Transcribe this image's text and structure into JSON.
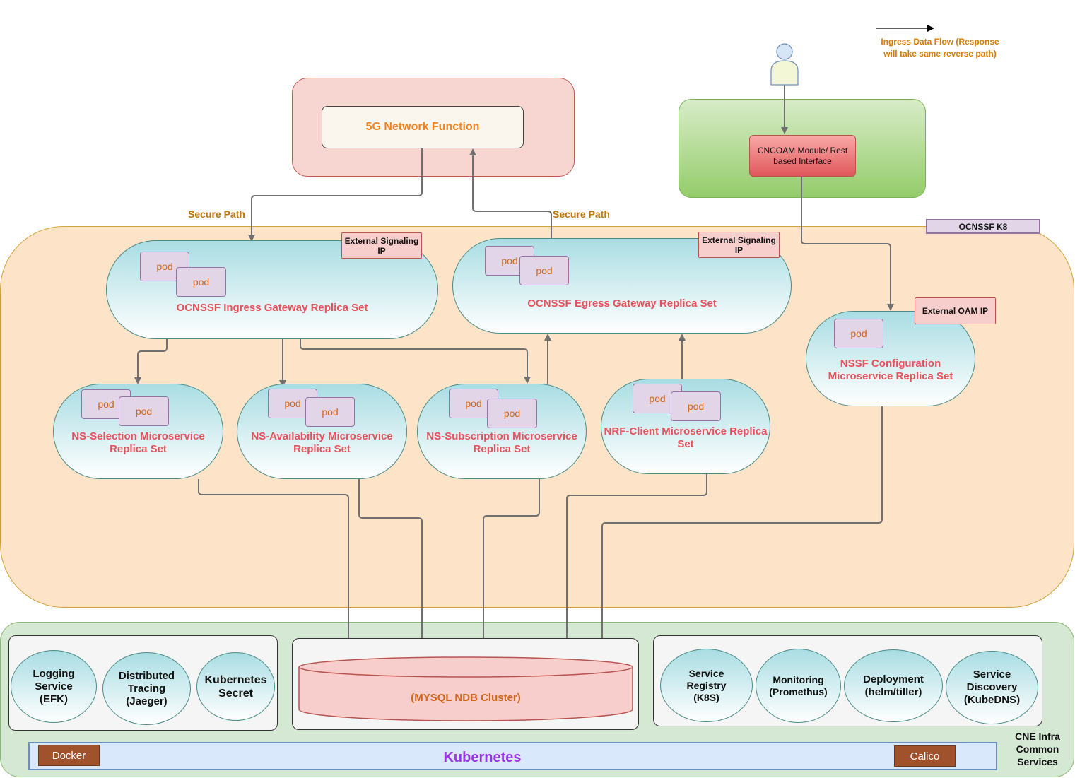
{
  "legend": {
    "text_line1": "Ingress Data Flow (Response",
    "text_line2": "will take same reverse path)"
  },
  "nf": {
    "label": "5G Network Function"
  },
  "oam": {
    "label_line1": "CNCOAM Module/ Rest",
    "label_line2": "based Interface"
  },
  "paths": {
    "left": "Secure Path",
    "right": "Secure Path"
  },
  "k8_tag": "OCNSSF K8",
  "ext_ip": {
    "ingress_line1": "External Signaling",
    "ingress_line2": "IP",
    "egress_line1": "External Signaling",
    "egress_line2": "IP",
    "oam": "External OAM IP"
  },
  "pod_label": "pod",
  "replicas": {
    "ingress": "OCNSSF Ingress Gateway Replica Set",
    "egress": "OCNSSF Egress Gateway Replica Set",
    "nssf_config_line1": "NSSF Configuration",
    "nssf_config_line2": "Microservice Replica Set",
    "ns_selection_line1": "NS-Selection Microservice",
    "ns_selection_line2": "Replica Set",
    "ns_availability_line1": "NS-Availability Microservice",
    "ns_availability_line2": "Replica Set",
    "ns_subscription_line1": "NS-Subscription Microservice",
    "ns_subscription_line2": "Replica Set",
    "nrf_client_line1": "NRF-Client Microservice Replica",
    "nrf_client_line2": "Set"
  },
  "infra": {
    "logging": [
      "Logging",
      "Service",
      "(EFK)"
    ],
    "tracing": [
      "Distributed",
      "Tracing",
      "(Jaeger)"
    ],
    "secret": [
      "Kubernetes",
      "Secret"
    ],
    "database": "(MYSQL NDB Cluster)",
    "registry": [
      "Service",
      "Registry",
      "(K8S)"
    ],
    "monitoring": [
      "Monitoring",
      "(Promethus)"
    ],
    "deployment": [
      "Deployment",
      "(helm/tiller)"
    ],
    "discovery": [
      "Service",
      "Discovery",
      "(KubeDNS)"
    ]
  },
  "kubernetes": {
    "label": "Kubernetes",
    "docker": "Docker",
    "calico": "Calico"
  },
  "cne_label": [
    "CNE Infra",
    "Common",
    "Services"
  ],
  "colors": {
    "k8_region": "#fde3c8",
    "cne_region": "#d5e8d4",
    "replica_text": "#e8505b",
    "pod_fill": "#e1d5e7",
    "nf_text": "#f5821f",
    "kubernetes_text": "#9b34e8",
    "arrow": "#707070"
  }
}
